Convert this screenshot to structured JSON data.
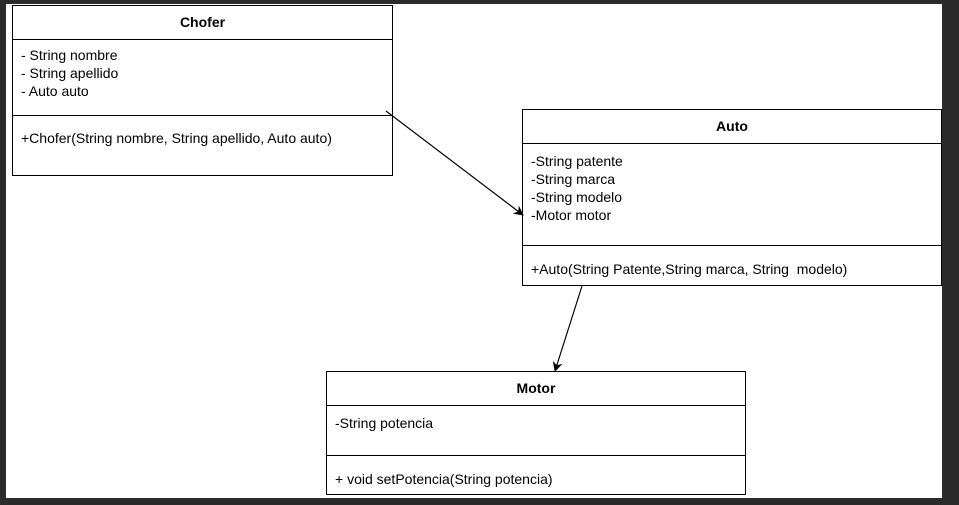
{
  "classes": {
    "chofer": {
      "name": "Chofer",
      "attributes": [
        "- String nombre",
        "- String apellido",
        "- Auto auto"
      ],
      "methods": [
        "+Chofer(String nombre, String apellido, Auto auto)"
      ]
    },
    "auto": {
      "name": "Auto",
      "attributes": [
        "-String patente",
        "-String marca",
        "-String modelo",
        "-Motor motor"
      ],
      "methods": [
        "+Auto(String Patente,String marca, String  modelo)"
      ]
    },
    "motor": {
      "name": "Motor",
      "attributes": [
        "-String potencia"
      ],
      "methods": [
        "+ void setPotencia(String potencia)"
      ]
    }
  }
}
